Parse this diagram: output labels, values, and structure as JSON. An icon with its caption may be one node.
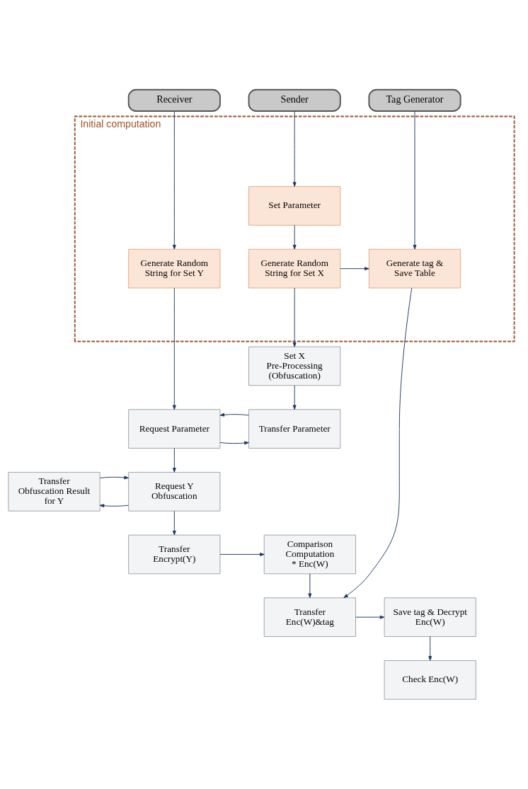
{
  "diagram": {
    "nodes": [
      {
        "text": [
          "Receiver"
        ]
      },
      {
        "text": [
          "Sender"
        ]
      },
      {
        "text": [
          "Tag Generator"
        ]
      },
      {
        "text": [
          "Initial computation"
        ]
      },
      {
        "text": [
          "Set Parameter"
        ],
        "in": 3
      },
      {
        "text": [
          "Generate Random String for Set Y"
        ],
        "in": 3
      },
      {
        "text": [
          "Generate Random String for Set X"
        ],
        "in": 3
      },
      {
        "text": [
          "Generate tag & Save Table"
        ],
        "in": 3
      },
      {
        "text": [
          "Set X Pre-Processing (Obfuscation)"
        ]
      },
      {
        "text": [
          "Request Parameter"
        ]
      },
      {
        "text": [
          "Transfer Parameter"
        ]
      },
      {
        "text": [
          "Request Y Obfuscation"
        ]
      },
      {
        "text": [
          "Transfer Obfuscation Result for Y"
        ]
      },
      {
        "text": [
          "Transfer Encrypt(Y)"
        ]
      },
      {
        "text": [
          "Comparison Computation",
          "* Enc(W)"
        ]
      },
      {
        "text": [
          "Save tag & Decrypt Enc(W)"
        ]
      },
      {
        "text": [
          "Transfer Enc(W)&tag"
        ]
      },
      {
        "text": [
          "Check Enc(W)"
        ]
      }
    ],
    "edges": [
      {
        "from": 0,
        "to": 5,
        "arrow": "to"
      },
      {
        "from": 1,
        "to": 4,
        "arrow": "to"
      },
      {
        "from": 2,
        "to": 7,
        "arrow": "to"
      },
      {
        "from": 4,
        "to": 6,
        "arrow": "to"
      },
      {
        "from": 6,
        "to": 7,
        "arrow": "to"
      },
      {
        "from": 6,
        "to": 8,
        "arrow": "to"
      },
      {
        "from": 5,
        "to": 9,
        "arrow": "to"
      },
      {
        "from": 8,
        "to": 10,
        "arrow": "to"
      },
      {
        "from": 9,
        "to": 10,
        "arrow": "to"
      },
      {
        "from": 10,
        "to": 9,
        "arrow": "to"
      },
      {
        "from": 9,
        "to": 11,
        "arrow": "to"
      },
      {
        "from": 11,
        "to": 12,
        "arrow": "to"
      },
      {
        "from": 12,
        "to": 11,
        "arrow": "to"
      },
      {
        "from": 11,
        "to": 13,
        "arrow": "to"
      },
      {
        "from": 13,
        "to": 14,
        "arrow": "to"
      },
      {
        "from": 14,
        "to": 16,
        "arrow": "to"
      },
      {
        "from": 7,
        "to": 16,
        "arrow": "to"
      },
      {
        "from": 16,
        "to": 15,
        "arrow": "to"
      },
      {
        "from": 15,
        "to": 17,
        "arrow": "to"
      }
    ]
  }
}
